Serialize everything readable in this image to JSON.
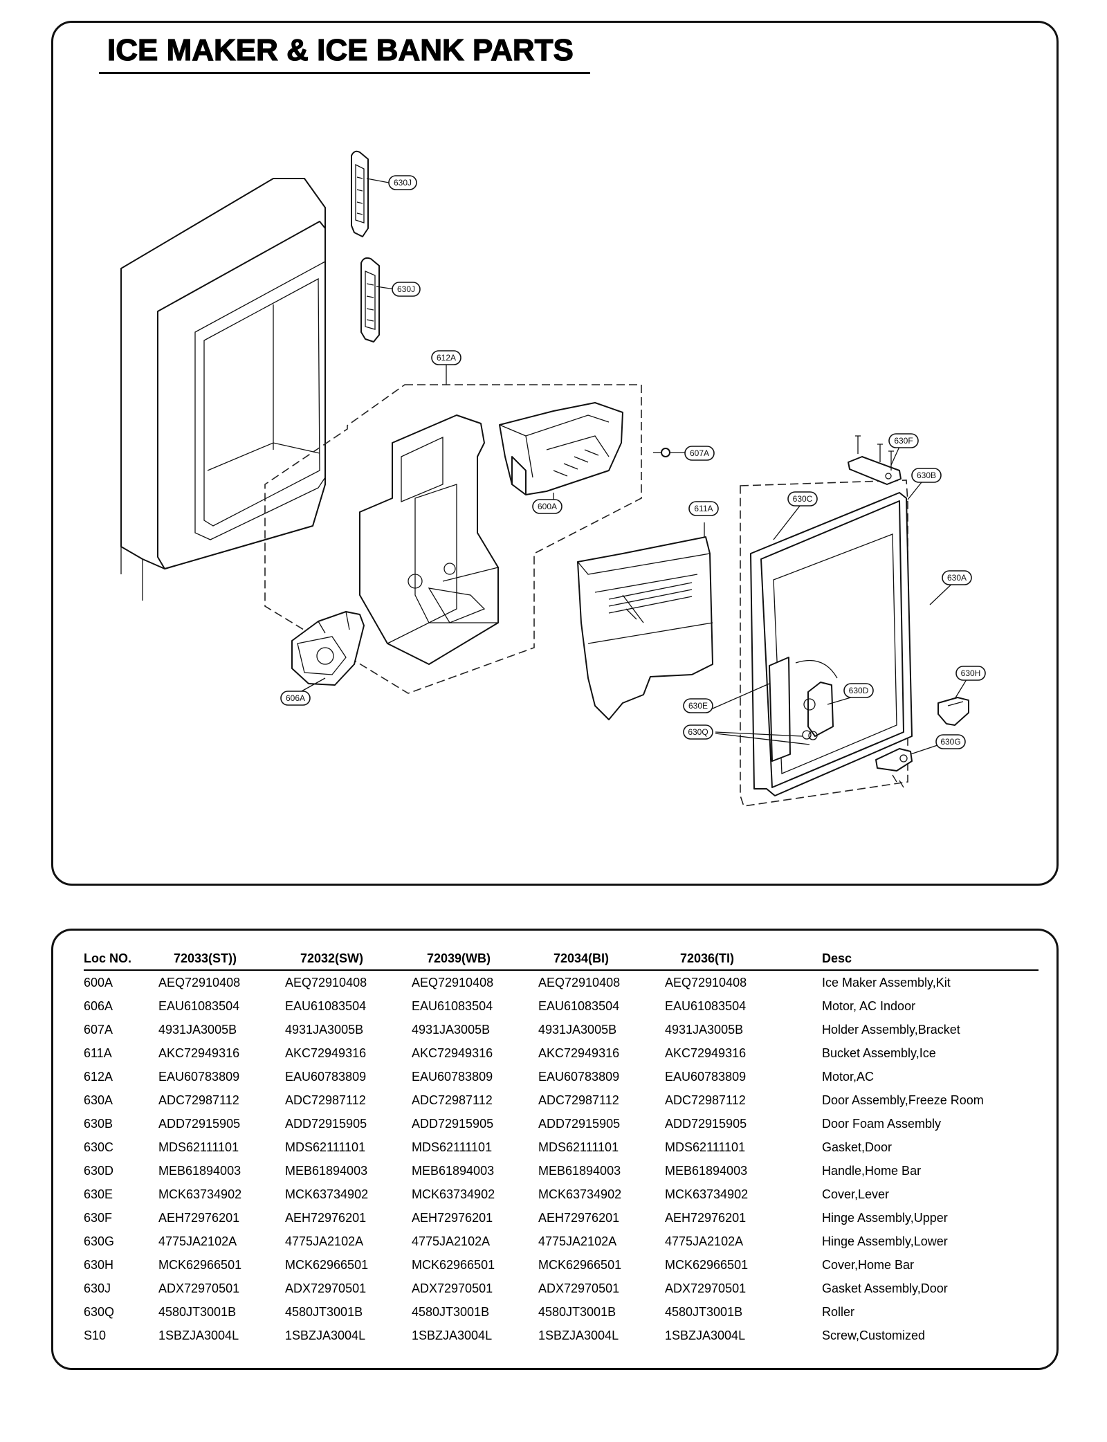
{
  "title": "ICE MAKER & ICE BANK PARTS",
  "callouts": {
    "630J_upper": "630J",
    "630J_lower": "630J",
    "612A": "612A",
    "607A": "607A",
    "600A": "600A",
    "611A": "611A",
    "606A": "606A",
    "630F": "630F",
    "630B": "630B",
    "630C": "630C",
    "630A": "630A",
    "630H": "630H",
    "630D": "630D",
    "630E": "630E",
    "630Q": "630Q",
    "630G": "630G"
  },
  "table": {
    "headers": [
      "Loc NO.",
      "72033(ST))",
      "72032(SW)",
      "72039(WB)",
      "72034(BI)",
      "72036(TI)",
      "Desc"
    ],
    "rows": [
      [
        "600A",
        "AEQ72910408",
        "AEQ72910408",
        "AEQ72910408",
        "AEQ72910408",
        "AEQ72910408",
        "Ice Maker Assembly,Kit"
      ],
      [
        "606A",
        "EAU61083504",
        "EAU61083504",
        "EAU61083504",
        "EAU61083504",
        "EAU61083504",
        "Motor, AC Indoor"
      ],
      [
        "607A",
        "4931JA3005B",
        "4931JA3005B",
        "4931JA3005B",
        "4931JA3005B",
        "4931JA3005B",
        "Holder Assembly,Bracket"
      ],
      [
        "611A",
        "AKC72949316",
        "AKC72949316",
        "AKC72949316",
        "AKC72949316",
        "AKC72949316",
        "Bucket Assembly,Ice"
      ],
      [
        "612A",
        "EAU60783809",
        "EAU60783809",
        "EAU60783809",
        "EAU60783809",
        "EAU60783809",
        "Motor,AC"
      ],
      [
        "630A",
        "ADC72987112",
        "ADC72987112",
        "ADC72987112",
        "ADC72987112",
        "ADC72987112",
        "Door Assembly,Freeze Room"
      ],
      [
        "630B",
        "ADD72915905",
        "ADD72915905",
        "ADD72915905",
        "ADD72915905",
        "ADD72915905",
        "Door Foam Assembly"
      ],
      [
        "630C",
        "MDS62111101",
        "MDS62111101",
        "MDS62111101",
        "MDS62111101",
        "MDS62111101",
        "Gasket,Door"
      ],
      [
        "630D",
        "MEB61894003",
        "MEB61894003",
        "MEB61894003",
        "MEB61894003",
        "MEB61894003",
        "Handle,Home Bar"
      ],
      [
        "630E",
        "MCK63734902",
        "MCK63734902",
        "MCK63734902",
        "MCK63734902",
        "MCK63734902",
        "Cover,Lever"
      ],
      [
        "630F",
        "AEH72976201",
        "AEH72976201",
        "AEH72976201",
        "AEH72976201",
        "AEH72976201",
        "Hinge Assembly,Upper"
      ],
      [
        "630G",
        "4775JA2102A",
        "4775JA2102A",
        "4775JA2102A",
        "4775JA2102A",
        "4775JA2102A",
        "Hinge Assembly,Lower"
      ],
      [
        "630H",
        "MCK62966501",
        "MCK62966501",
        "MCK62966501",
        "MCK62966501",
        "MCK62966501",
        "Cover,Home Bar"
      ],
      [
        "630J",
        "ADX72970501",
        "ADX72970501",
        "ADX72970501",
        "ADX72970501",
        "ADX72970501",
        "Gasket Assembly,Door"
      ],
      [
        "630Q",
        "4580JT3001B",
        "4580JT3001B",
        "4580JT3001B",
        "4580JT3001B",
        "4580JT3001B",
        "Roller"
      ],
      [
        "S10",
        "1SBZJA3004L",
        "1SBZJA3004L",
        "1SBZJA3004L",
        "1SBZJA3004L",
        "1SBZJA3004L",
        "Screw,Customized"
      ]
    ]
  }
}
